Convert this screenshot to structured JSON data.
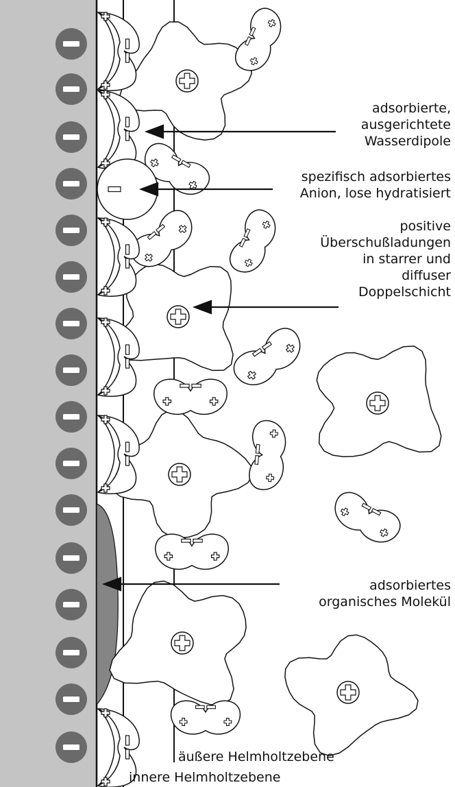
{
  "colors": {
    "electrode": "#c4c4c4",
    "charge_circle": "#6a6a6a",
    "organic_molecule": "#858585",
    "line": "#111111",
    "background": "#ffffff"
  },
  "icons": {
    "electrode_charge": "minus-circle-icon",
    "cation_charge": "plus-circle-icon",
    "dipole_positive": "small-plus-icon",
    "dipole_negative": "dash-icon"
  },
  "labels": {
    "dipoles": [
      "adsorbierte,",
      "ausgerichtete",
      "Wasserdipole"
    ],
    "anion": [
      "spezifisch adsorbiertes",
      "Anion, lose hydratisiert"
    ],
    "positive_charges": [
      "positive",
      "Überschußladungen",
      "in starrer und",
      "diffuser",
      "Doppelschicht"
    ],
    "organic": [
      "adsorbiertes",
      "organisches Molekül"
    ],
    "outer_plane": "äußere Helmholtzebene",
    "inner_plane": "innere Helmholtzebene"
  }
}
